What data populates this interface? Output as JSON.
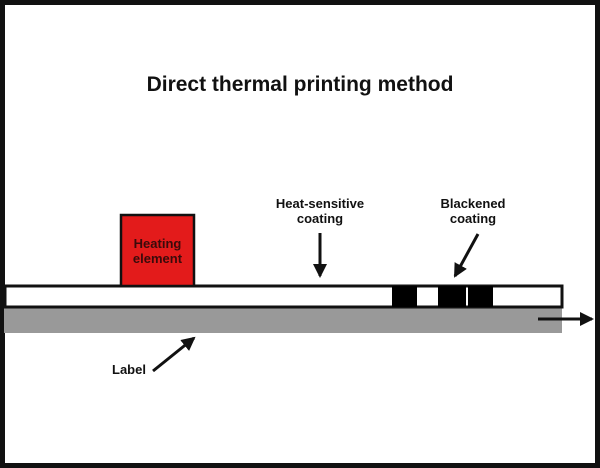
{
  "title": "Direct thermal printing method",
  "labels": {
    "heating_element": [
      "Heating",
      "element"
    ],
    "heat_sensitive_coating": [
      "Heat-sensitive",
      "coating"
    ],
    "blackened_coating": [
      "Blackened",
      "coating"
    ],
    "label": "Label"
  },
  "colors": {
    "frame": "#111111",
    "heating_element": "#e31b1b",
    "coating": "#ffffff",
    "label_stock": "#999999",
    "blackened": "#000000"
  },
  "icons": {
    "feed_direction": "arrow-right-icon",
    "pointer": "arrow-pointer-icon"
  }
}
